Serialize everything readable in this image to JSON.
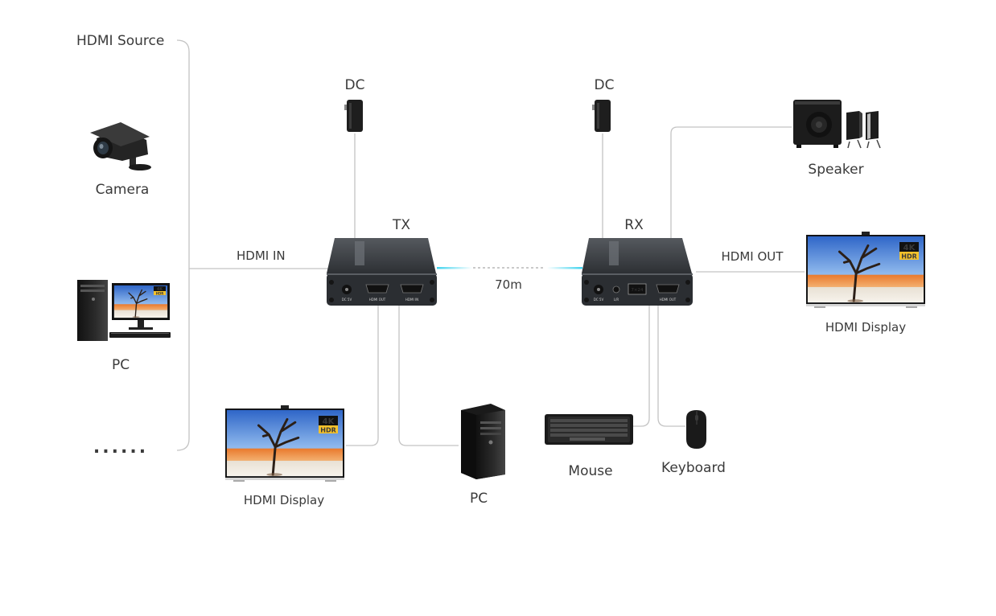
{
  "labels": {
    "hdmi_source": "HDMI Source",
    "camera": "Camera",
    "pc_left": "PC",
    "more": "......",
    "hdmi_in": "HDMI IN",
    "dc_tx": "DC",
    "dc_rx": "DC",
    "tx": "TX",
    "rx": "RX",
    "distance": "70m",
    "hdmi_out": "HDMI OUT",
    "speaker": "Speaker",
    "hdmi_display_right": "HDMI Display",
    "hdmi_display_bottom": "HDMI Display",
    "pc_bottom": "PC",
    "mouse": "Mouse",
    "keyboard": "Keyboard"
  },
  "ports": {
    "tx_dc": "DC 5V",
    "tx_hdmi_out": "HDMI OUT",
    "tx_hdmi_in": "HDMI IN",
    "rx_dc": "DC 5V",
    "rx_lr": "L/R",
    "rx_ir": "7×24",
    "rx_hdmi_out": "HDMI OUT"
  },
  "badges": {
    "display_right_4k": "4K",
    "display_right_hdr": "HDR",
    "display_bottom_4k": "4K",
    "display_bottom_hdr": "HDR",
    "pc_monitor_4k": "4K",
    "pc_monitor_hdr": "HDR"
  },
  "colors": {
    "wire": "#c4c4c4",
    "link_cyan": "#3fd3ee",
    "device_body": "#3b3e42",
    "text": "#3a3a3a"
  }
}
